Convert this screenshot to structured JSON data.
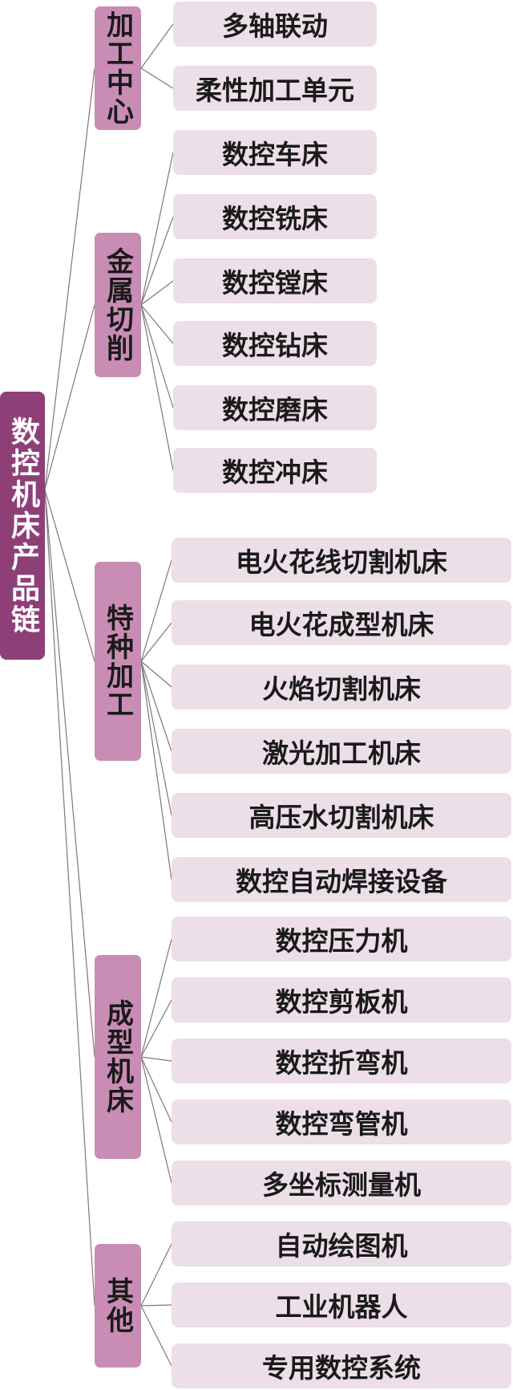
{
  "colors": {
    "root": "#8f3f78",
    "category": "#c98db5",
    "leaf": "#ecdfe8",
    "line": "#7a7a7a"
  },
  "root": {
    "label": "数控机床产品链"
  },
  "categories": [
    {
      "label": "加工中心",
      "items": [
        "多轴联动",
        "柔性加工单元"
      ]
    },
    {
      "label": "金属切削",
      "items": [
        "数控车床",
        "数控铣床",
        "数控镗床",
        "数控钻床",
        "数控磨床",
        "数控冲床"
      ]
    },
    {
      "label": "特种加工",
      "items": [
        "电火花线切割机床",
        "电火花成型机床",
        "火焰切割机床",
        "激光加工机床",
        "高压水切割机床",
        "数控自动焊接设备"
      ]
    },
    {
      "label": "成型机床",
      "items": [
        "数控压力机",
        "数控剪板机",
        "数控折弯机",
        "数控弯管机",
        "多坐标测量机"
      ]
    },
    {
      "label": "其他",
      "items": [
        "自动绘图机",
        "工业机器人",
        "专用数控系统"
      ]
    }
  ]
}
